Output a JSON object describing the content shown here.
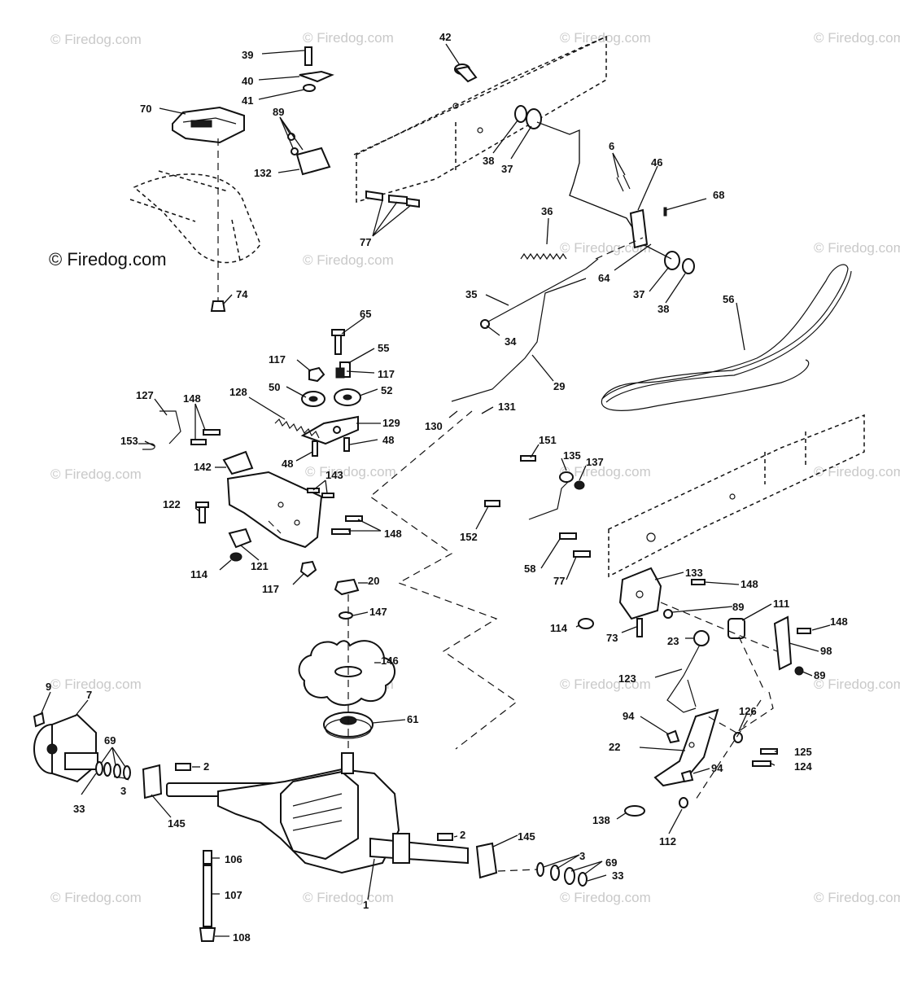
{
  "watermark": {
    "text": "© Firedog.com"
  },
  "callouts": [
    {
      "id": "c-39",
      "text": "39"
    },
    {
      "id": "c-40",
      "text": "40"
    },
    {
      "id": "c-41",
      "text": "41"
    },
    {
      "id": "c-42",
      "text": "42"
    },
    {
      "id": "c-70",
      "text": "70"
    },
    {
      "id": "c-89-top",
      "text": "89"
    },
    {
      "id": "c-132",
      "text": "132"
    },
    {
      "id": "c-77-top",
      "text": "77"
    },
    {
      "id": "c-38-top",
      "text": "38"
    },
    {
      "id": "c-37-top",
      "text": "37"
    },
    {
      "id": "c-6",
      "text": "6"
    },
    {
      "id": "c-46",
      "text": "46"
    },
    {
      "id": "c-68",
      "text": "68"
    },
    {
      "id": "c-36",
      "text": "36"
    },
    {
      "id": "c-64",
      "text": "64"
    },
    {
      "id": "c-37-mid",
      "text": "37"
    },
    {
      "id": "c-38-mid",
      "text": "38"
    },
    {
      "id": "c-56",
      "text": "56"
    },
    {
      "id": "c-74",
      "text": "74"
    },
    {
      "id": "c-35",
      "text": "35"
    },
    {
      "id": "c-34",
      "text": "34"
    },
    {
      "id": "c-29",
      "text": "29"
    },
    {
      "id": "c-65",
      "text": "65"
    },
    {
      "id": "c-55",
      "text": "55"
    },
    {
      "id": "c-117-a",
      "text": "117"
    },
    {
      "id": "c-117-b",
      "text": "117"
    },
    {
      "id": "c-50",
      "text": "50"
    },
    {
      "id": "c-52",
      "text": "52"
    },
    {
      "id": "c-127",
      "text": "127"
    },
    {
      "id": "c-148-a",
      "text": "148"
    },
    {
      "id": "c-128",
      "text": "128"
    },
    {
      "id": "c-129",
      "text": "129"
    },
    {
      "id": "c-48-a",
      "text": "48"
    },
    {
      "id": "c-48-b",
      "text": "48"
    },
    {
      "id": "c-153",
      "text": "153"
    },
    {
      "id": "c-142",
      "text": "142"
    },
    {
      "id": "c-143",
      "text": "143"
    },
    {
      "id": "c-130",
      "text": "130"
    },
    {
      "id": "c-131",
      "text": "131"
    },
    {
      "id": "c-151",
      "text": "151"
    },
    {
      "id": "c-135",
      "text": "135"
    },
    {
      "id": "c-137",
      "text": "137"
    },
    {
      "id": "c-122",
      "text": "122"
    },
    {
      "id": "c-148-b",
      "text": "148"
    },
    {
      "id": "c-152",
      "text": "152"
    },
    {
      "id": "c-114-a",
      "text": "114"
    },
    {
      "id": "c-121",
      "text": "121"
    },
    {
      "id": "c-117-c",
      "text": "117"
    },
    {
      "id": "c-58",
      "text": "58"
    },
    {
      "id": "c-77-mid",
      "text": "77"
    },
    {
      "id": "c-133",
      "text": "133"
    },
    {
      "id": "c-148-c",
      "text": "148"
    },
    {
      "id": "c-20",
      "text": "20"
    },
    {
      "id": "c-147",
      "text": "147"
    },
    {
      "id": "c-89-mid",
      "text": "89"
    },
    {
      "id": "c-111",
      "text": "111"
    },
    {
      "id": "c-114-b",
      "text": "114"
    },
    {
      "id": "c-73",
      "text": "73"
    },
    {
      "id": "c-23",
      "text": "23"
    },
    {
      "id": "c-148-d",
      "text": "148"
    },
    {
      "id": "c-98",
      "text": "98"
    },
    {
      "id": "c-146",
      "text": "146"
    },
    {
      "id": "c-89-right",
      "text": "89"
    },
    {
      "id": "c-123",
      "text": "123"
    },
    {
      "id": "c-9",
      "text": "9"
    },
    {
      "id": "c-7",
      "text": "7"
    },
    {
      "id": "c-61",
      "text": "61"
    },
    {
      "id": "c-94-a",
      "text": "94"
    },
    {
      "id": "c-126",
      "text": "126"
    },
    {
      "id": "c-69-left",
      "text": "69"
    },
    {
      "id": "c-22",
      "text": "22"
    },
    {
      "id": "c-125",
      "text": "125"
    },
    {
      "id": "c-2-left",
      "text": "2"
    },
    {
      "id": "c-124",
      "text": "124"
    },
    {
      "id": "c-94-b",
      "text": "94"
    },
    {
      "id": "c-33-left",
      "text": "33"
    },
    {
      "id": "c-3-left",
      "text": "3"
    },
    {
      "id": "c-145-left",
      "text": "145"
    },
    {
      "id": "c-138",
      "text": "138"
    },
    {
      "id": "c-112",
      "text": "112"
    },
    {
      "id": "c-2-right",
      "text": "2"
    },
    {
      "id": "c-145-right",
      "text": "145"
    },
    {
      "id": "c-106",
      "text": "106"
    },
    {
      "id": "c-3-right",
      "text": "3"
    },
    {
      "id": "c-69-right",
      "text": "69"
    },
    {
      "id": "c-33-right",
      "text": "33"
    },
    {
      "id": "c-107",
      "text": "107"
    },
    {
      "id": "c-1",
      "text": "1"
    },
    {
      "id": "c-108",
      "text": "108"
    }
  ]
}
